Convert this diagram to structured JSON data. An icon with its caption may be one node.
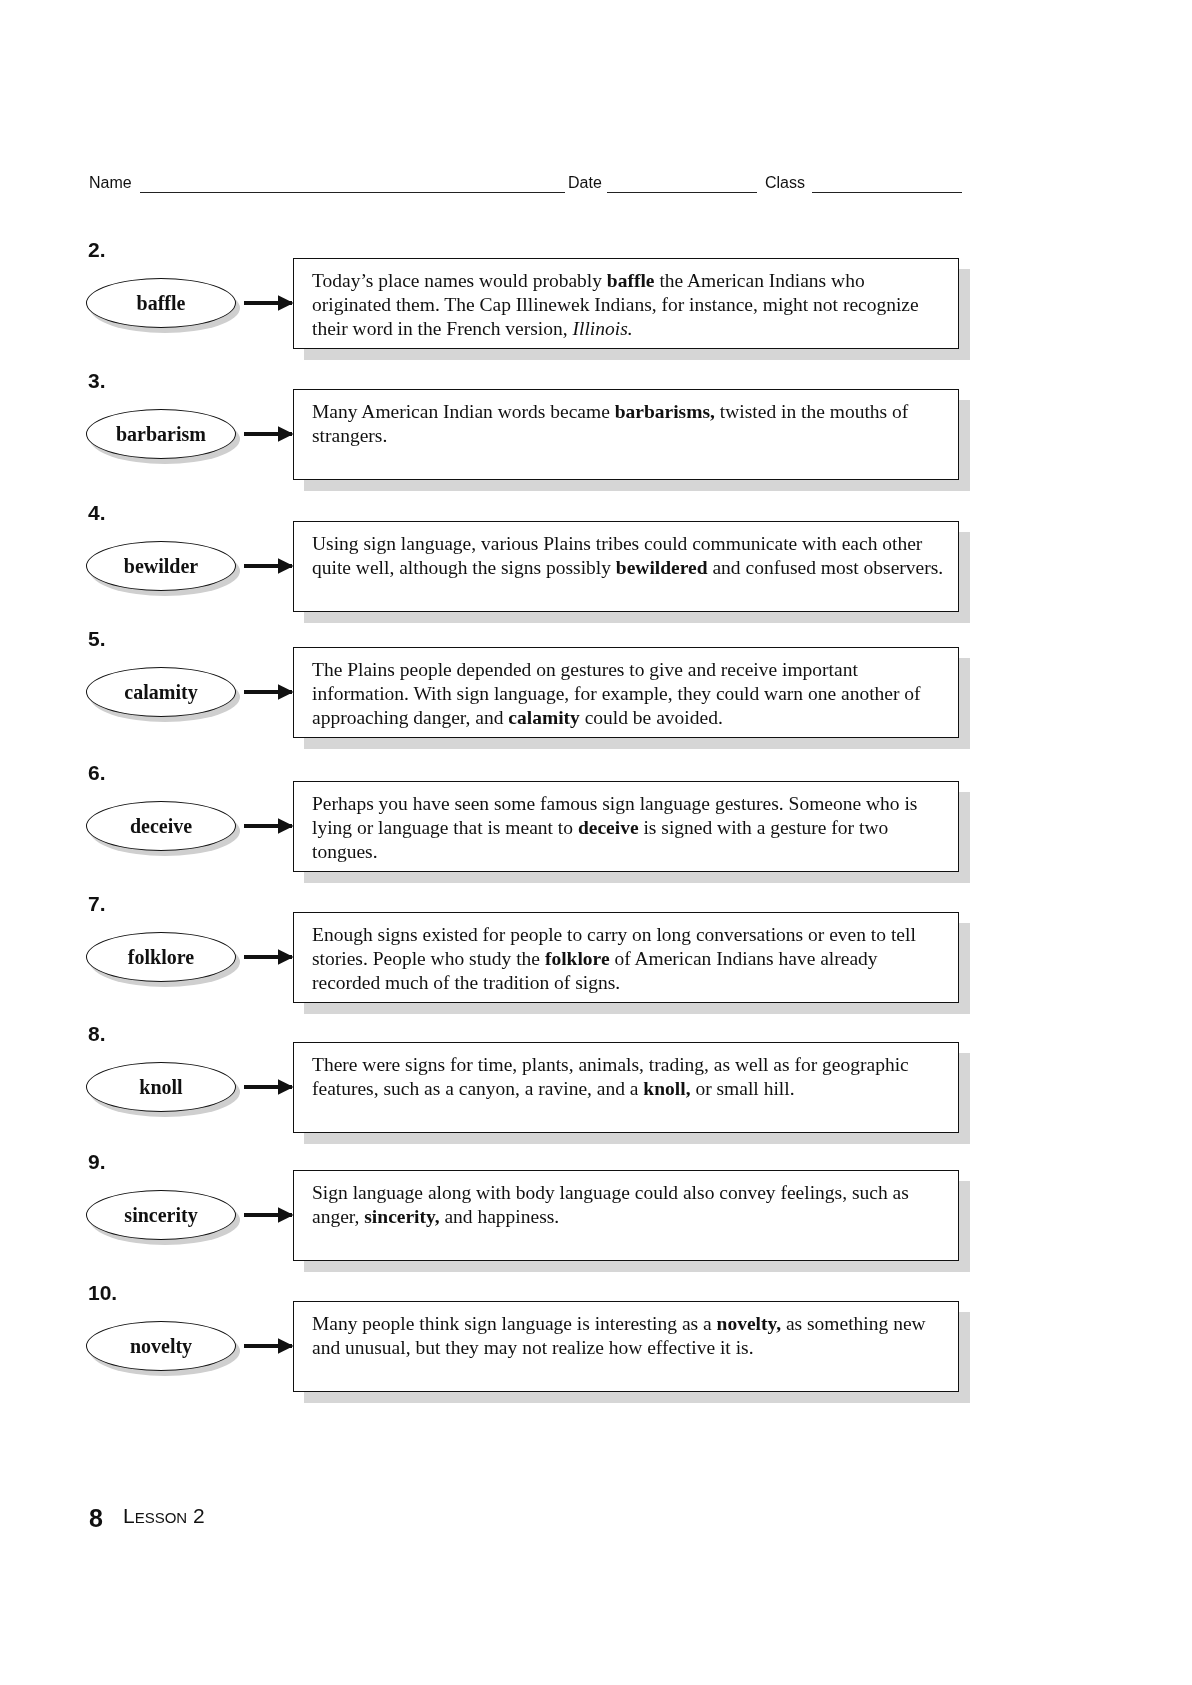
{
  "diagram": {
    "nodes": [
      {
        "text": [
          "baffle"
        ],
        "beside": [
          "2."
        ]
      },
      {
        "text": [
          "Today’s place names would probably **baffle** the American Indians who originated them. The Cap Illinewek Indians, for instance, might not recognize their word in the French version, *Illinois.*"
        ]
      },
      {
        "text": [
          "barbarism"
        ],
        "beside": [
          "3."
        ]
      },
      {
        "text": [
          "Many American Indian words became **barbarisms,** twisted in the mouths of strangers."
        ]
      },
      {
        "text": [
          "bewilder"
        ],
        "beside": [
          "4."
        ]
      },
      {
        "text": [
          "Using sign language, various Plains tribes could communicate with each other quite well, although the signs possibly **bewildered** and confused most observers."
        ]
      },
      {
        "text": [
          "calamity"
        ],
        "beside": [
          "5."
        ]
      },
      {
        "text": [
          "The Plains people depended on gestures to give and receive important information. With sign language, for example, they could warn one another of approaching danger, and **calamity** could be avoided."
        ]
      },
      {
        "text": [
          "deceive"
        ],
        "beside": [
          "6."
        ]
      },
      {
        "text": [
          "Perhaps you have seen some famous sign language gestures. Someone who is lying or language that is meant to **deceive** is signed with a gesture for two tongues."
        ]
      },
      {
        "text": [
          "folklore"
        ],
        "beside": [
          "7."
        ]
      },
      {
        "text": [
          "Enough signs existed for people to carry on long conversations or even to tell stories. People who study the **folklore** of American Indians have already recorded much of the tradition of signs."
        ]
      },
      {
        "text": [
          "knoll"
        ],
        "beside": [
          "8."
        ]
      },
      {
        "text": [
          "There were signs for time, plants, animals, trading, as well as for geographic features, such as a canyon, a ravine, and a **knoll,** or small hill."
        ]
      },
      {
        "text": [
          "sincerity"
        ],
        "beside": [
          "9."
        ]
      },
      {
        "text": [
          "Sign language along with body language could also convey feelings, such as anger, **sincerity,** and happiness."
        ]
      },
      {
        "text": [
          "novelty"
        ],
        "beside": [
          "10."
        ]
      },
      {
        "text": [
          "Many people think sign language is interesting as a **novelty,** as something new and unusual, but they may not realize how effective it is."
        ]
      }
    ],
    "edges": [
      {
        "from": 0,
        "to": 1,
        "arrow": "to"
      },
      {
        "from": 2,
        "to": 3,
        "arrow": "to"
      },
      {
        "from": 4,
        "to": 5,
        "arrow": "to"
      },
      {
        "from": 6,
        "to": 7,
        "arrow": "to"
      },
      {
        "from": 8,
        "to": 9,
        "arrow": "to"
      },
      {
        "from": 10,
        "to": 11,
        "arrow": "to"
      },
      {
        "from": 12,
        "to": 13,
        "arrow": "to"
      },
      {
        "from": 14,
        "to": 15,
        "arrow": "to"
      },
      {
        "from": 16,
        "to": 17,
        "arrow": "to"
      }
    ],
    "labels": [
      "Name",
      "Date",
      "Class",
      "8",
      "Lesson 2"
    ]
  }
}
